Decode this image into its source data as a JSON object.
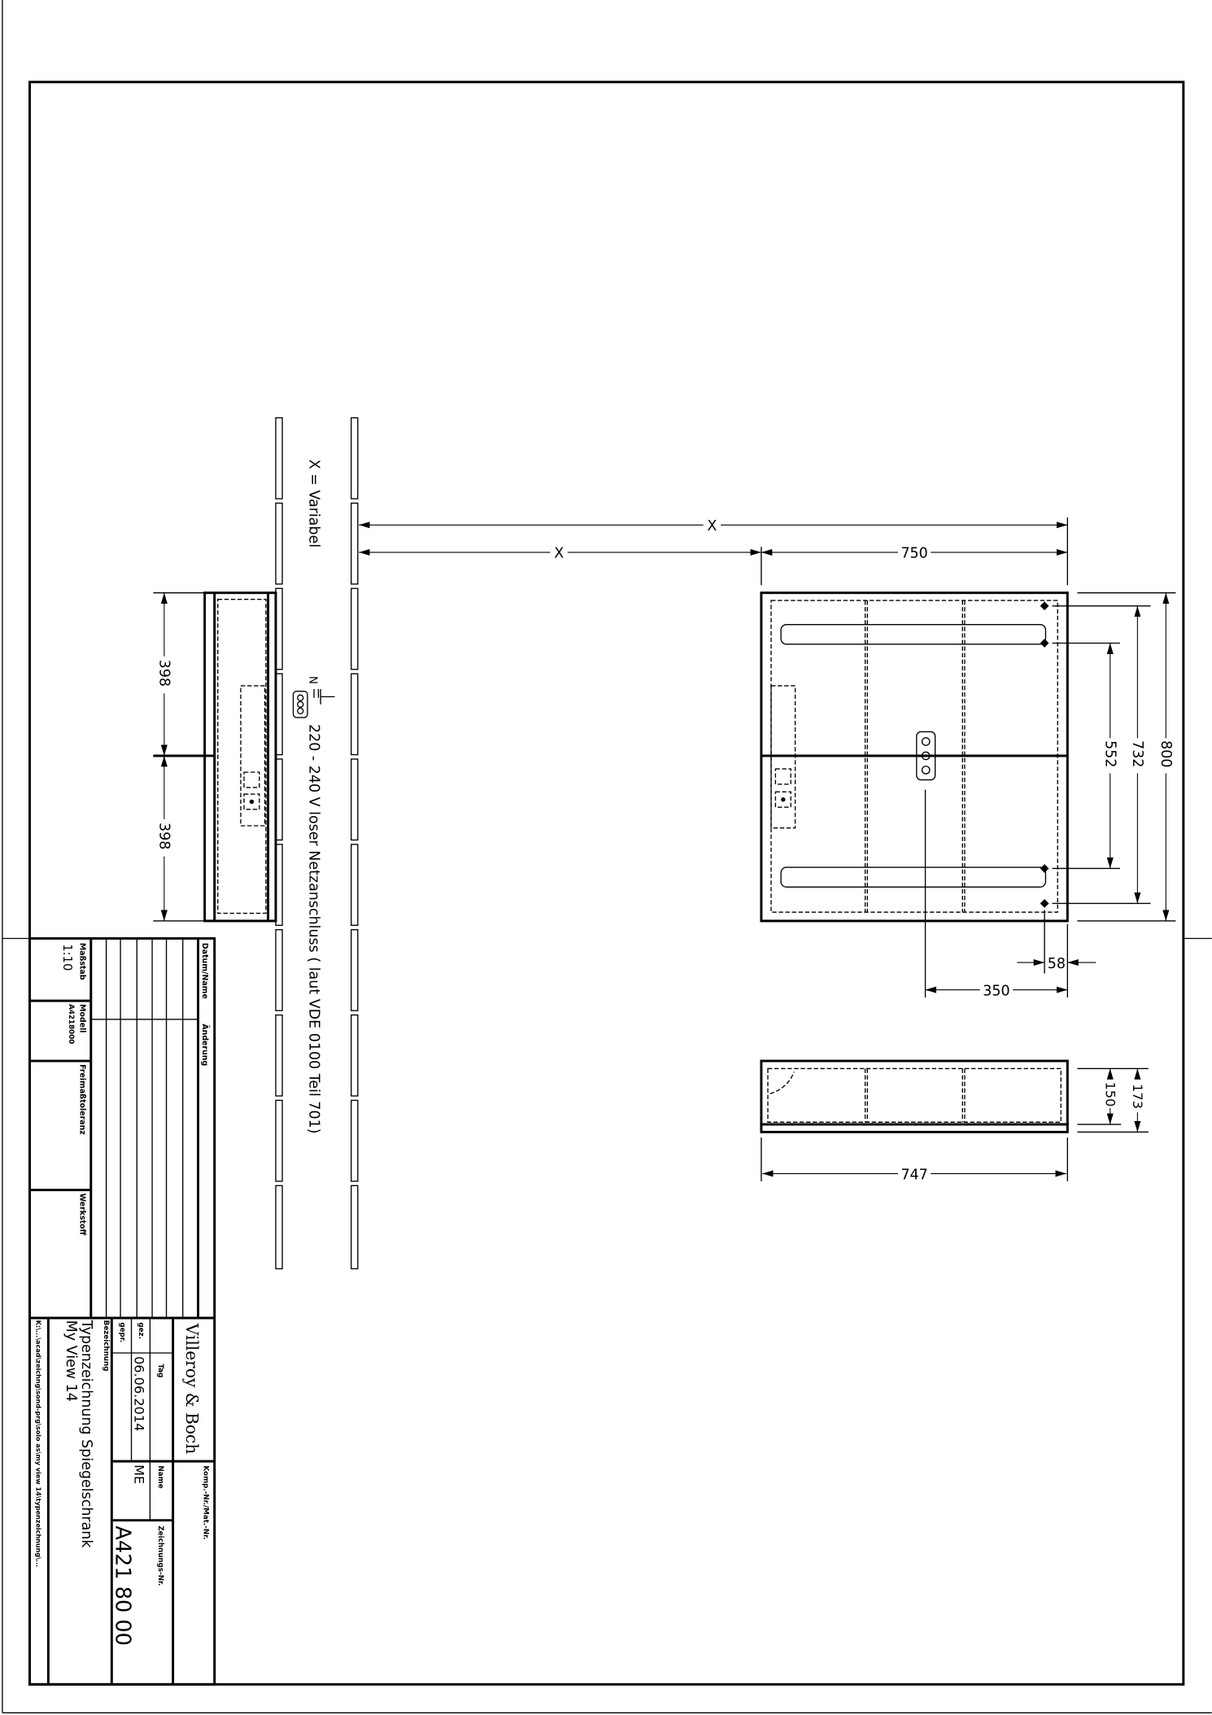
{
  "title_block": {
    "datum_name_label": "Datum/Name",
    "aenderung_label": "Änderung",
    "massstab_label": "Maßstab",
    "massstab": "1:10",
    "modell_label": "Modell",
    "modell": "A4218000",
    "freimasstoleranz_label": "Freimaßtoleranz",
    "werkstoff_label": "Werkstoff",
    "company": "Villeroy & Boch",
    "komp_label": "Komp.-Nr./Mat.-Nr.",
    "tag_label": "Tag",
    "name_label": "Name",
    "gez_label": "gez.",
    "gepr_label": "gepr.",
    "date": "06.06.2014",
    "drawer": "ME",
    "zeichnungs_nr_label": "Zeichnungs-Nr.",
    "zeichnungs_nr": "A421 80 00",
    "bezeichnung_label": "Bezeichnung",
    "title_line1": "Typenzeichnung Spiegelschrank",
    "title_line2": "My View 14",
    "file_path": "K:\\...\\acad\\zeichng\\sond-prg\\solo as\\my view 14\\typenzeichnung\\..."
  },
  "notes": {
    "variable": "X = Variabel",
    "power": "220 - 240 V loser Netzanschluss ( laut VDE 0100 Teil 701)",
    "socket_symbol_n": "N"
  },
  "dimensions": {
    "x_total": "X",
    "x_offset": "X",
    "width": "750",
    "height_total": "800",
    "height_inner": "732",
    "height_mount": "552",
    "edge_offset": "58",
    "socket_offset": "350",
    "side_upper": "398",
    "side_lower": "398",
    "depth_inner": "150",
    "depth_total": "173",
    "bottom_width": "747"
  }
}
